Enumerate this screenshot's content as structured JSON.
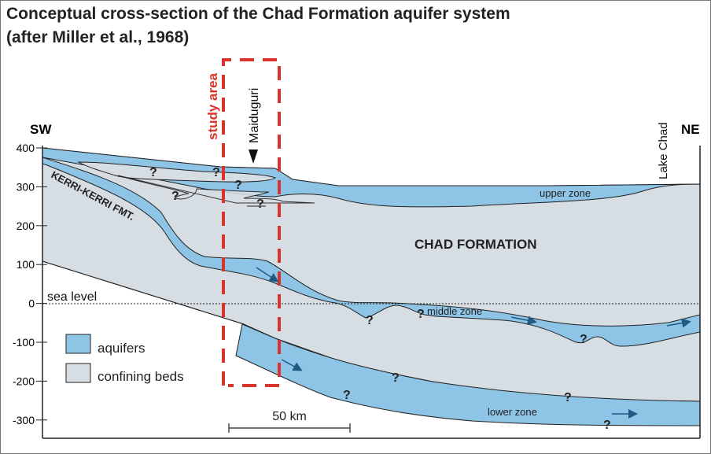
{
  "title_line1": "Conceptual cross-section of the Chad Formation aquifer system",
  "title_line2": "(after Miller et al., 1968)",
  "directions": {
    "left": "SW",
    "right": "NE"
  },
  "y_axis_ticks": [
    "400",
    "300",
    "200",
    "100",
    "0",
    "-100",
    "-200",
    "-300"
  ],
  "labels": {
    "study_area": "study area",
    "maiduguri": "Maiduguri",
    "lake_chad": "Lake Chad",
    "kerri": "KERRI-KERRI FMT.",
    "chad_formation": "CHAD FORMATION",
    "upper_zone": "upper zone",
    "middle_zone": "middle zone",
    "lower_zone": "lower zone",
    "sea_level": "sea level",
    "unknown": "?"
  },
  "legend": [
    {
      "label": "aquifers",
      "color": "#8ec5e6"
    },
    {
      "label": "confining beds",
      "color": "#d6dee4"
    }
  ],
  "scale_bar": "50 km",
  "colors": {
    "aquifer": "#8ec5e6",
    "confining": "#d6dee4",
    "study_area": "#d9342b",
    "arrow": "#1f5a85"
  }
}
